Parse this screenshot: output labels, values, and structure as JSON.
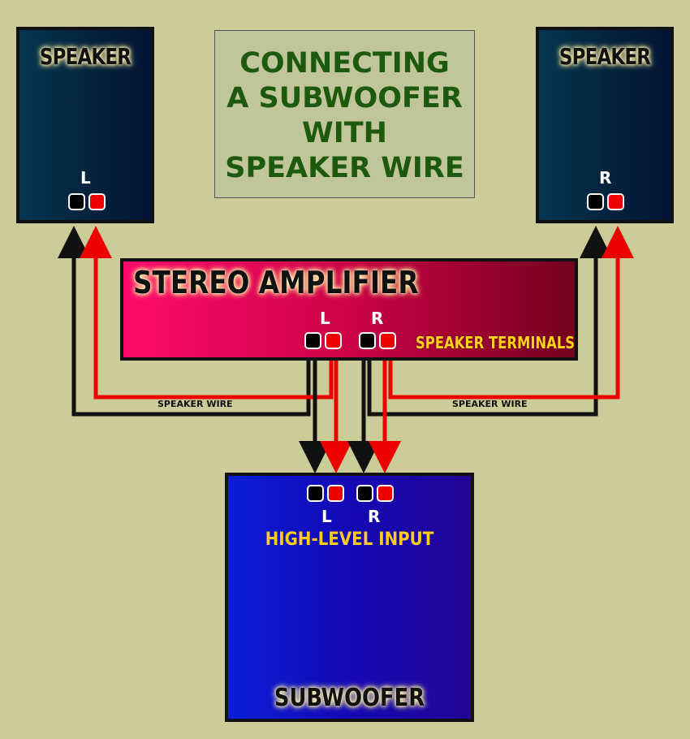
{
  "title": {
    "lines": [
      "CONNECTING",
      "A SUBWOOFER",
      "WITH",
      "SPEAKER WIRE"
    ]
  },
  "speaker_left": {
    "label": "SPEAKER",
    "channel": "L"
  },
  "speaker_right": {
    "label": "SPEAKER",
    "channel": "R"
  },
  "amplifier": {
    "title": "STEREO AMPLIFIER",
    "channel_left": "L",
    "channel_right": "R",
    "terminals_label": "SPEAKER TERMINALS"
  },
  "wires": {
    "left_label": "SPEAKER WIRE",
    "right_label": "SPEAKER WIRE"
  },
  "subwoofer": {
    "channel_left": "L",
    "channel_right": "R",
    "input_label": "HIGH-LEVEL INPUT",
    "title": "SUBWOOFER"
  },
  "colors": {
    "background": "#cccc99",
    "title_text": "#1e5a0e",
    "wire_positive": "#ee0000",
    "wire_negative": "#111111",
    "amplifier": "#e0044f",
    "subwoofer": "#1410c8",
    "speaker": "#04243e",
    "label_accent": "#ffd11a"
  }
}
